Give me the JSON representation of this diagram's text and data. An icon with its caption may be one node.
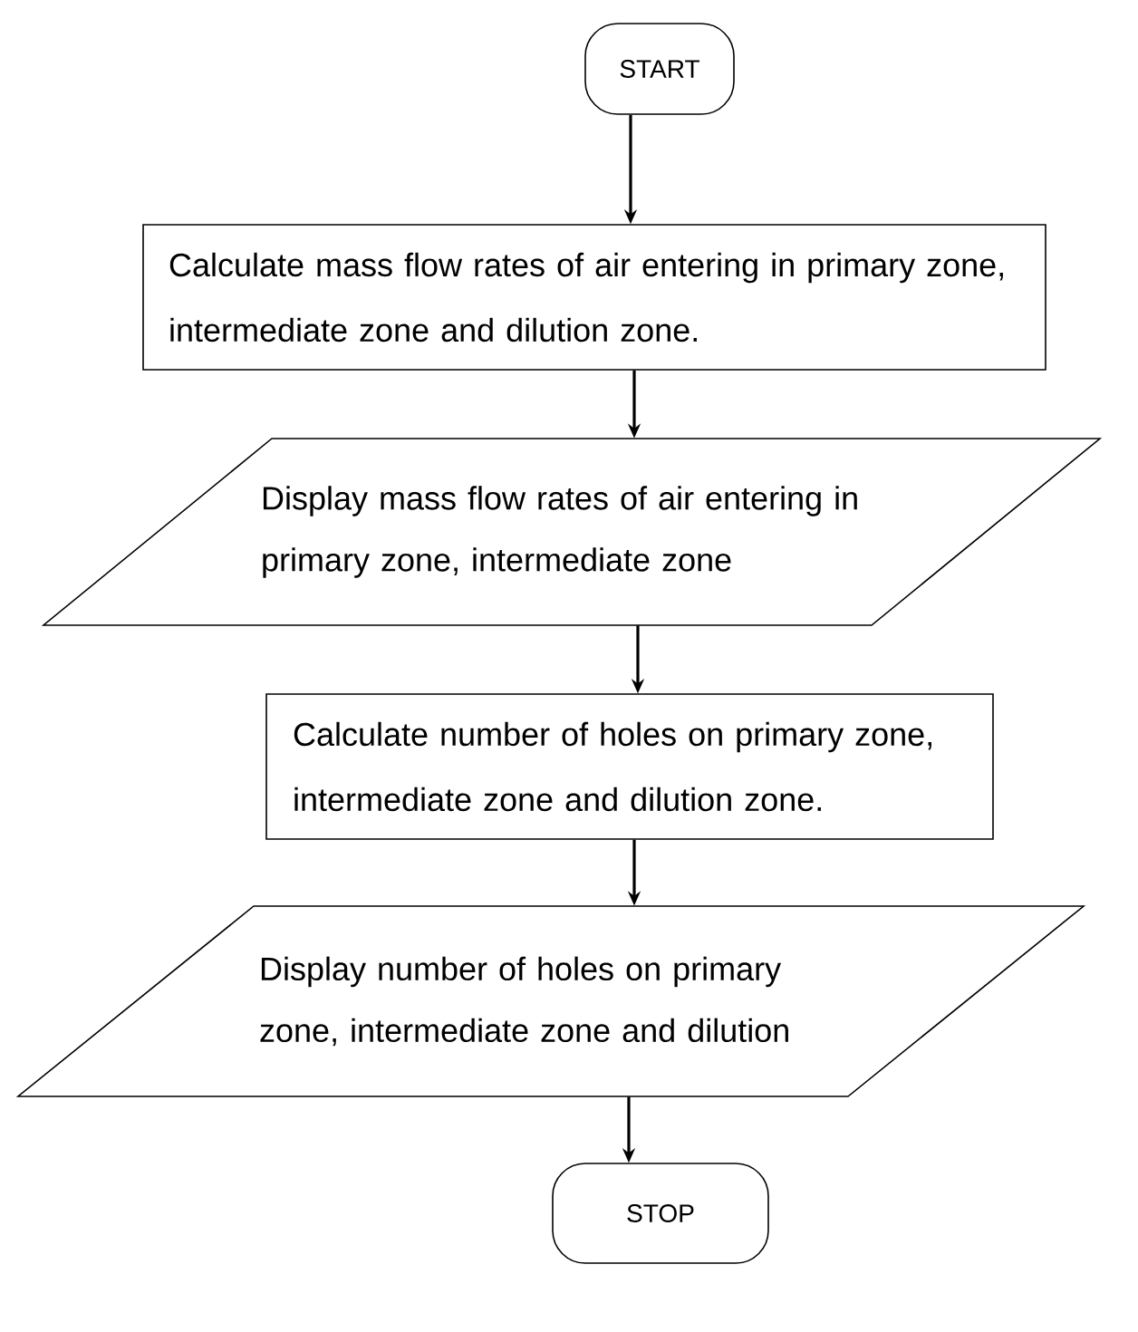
{
  "diagram": {
    "nodes": [
      {
        "text": [
          "START"
        ]
      },
      {
        "text": [
          "Calculate mass flow rates of air entering in primary zone, intermediate zone and dilution zone."
        ]
      },
      {
        "text": [
          "Display mass flow rates of air entering in primary zone, intermediate zone"
        ]
      },
      {
        "text": [
          "Calculate number of holes on primary zone, intermediate zone and dilution zone."
        ]
      },
      {
        "text": [
          "Display number of holes on primary zone, intermediate zone and dilution"
        ]
      },
      {
        "text": [
          "STOP"
        ]
      }
    ],
    "edges": [
      {
        "from": 0,
        "to": 1,
        "arrow": "to"
      },
      {
        "from": 1,
        "to": 2,
        "arrow": "to"
      },
      {
        "from": 2,
        "to": 3,
        "arrow": "to"
      },
      {
        "from": 3,
        "to": 4,
        "arrow": "to"
      },
      {
        "from": 4,
        "to": 5,
        "arrow": "to"
      }
    ]
  }
}
